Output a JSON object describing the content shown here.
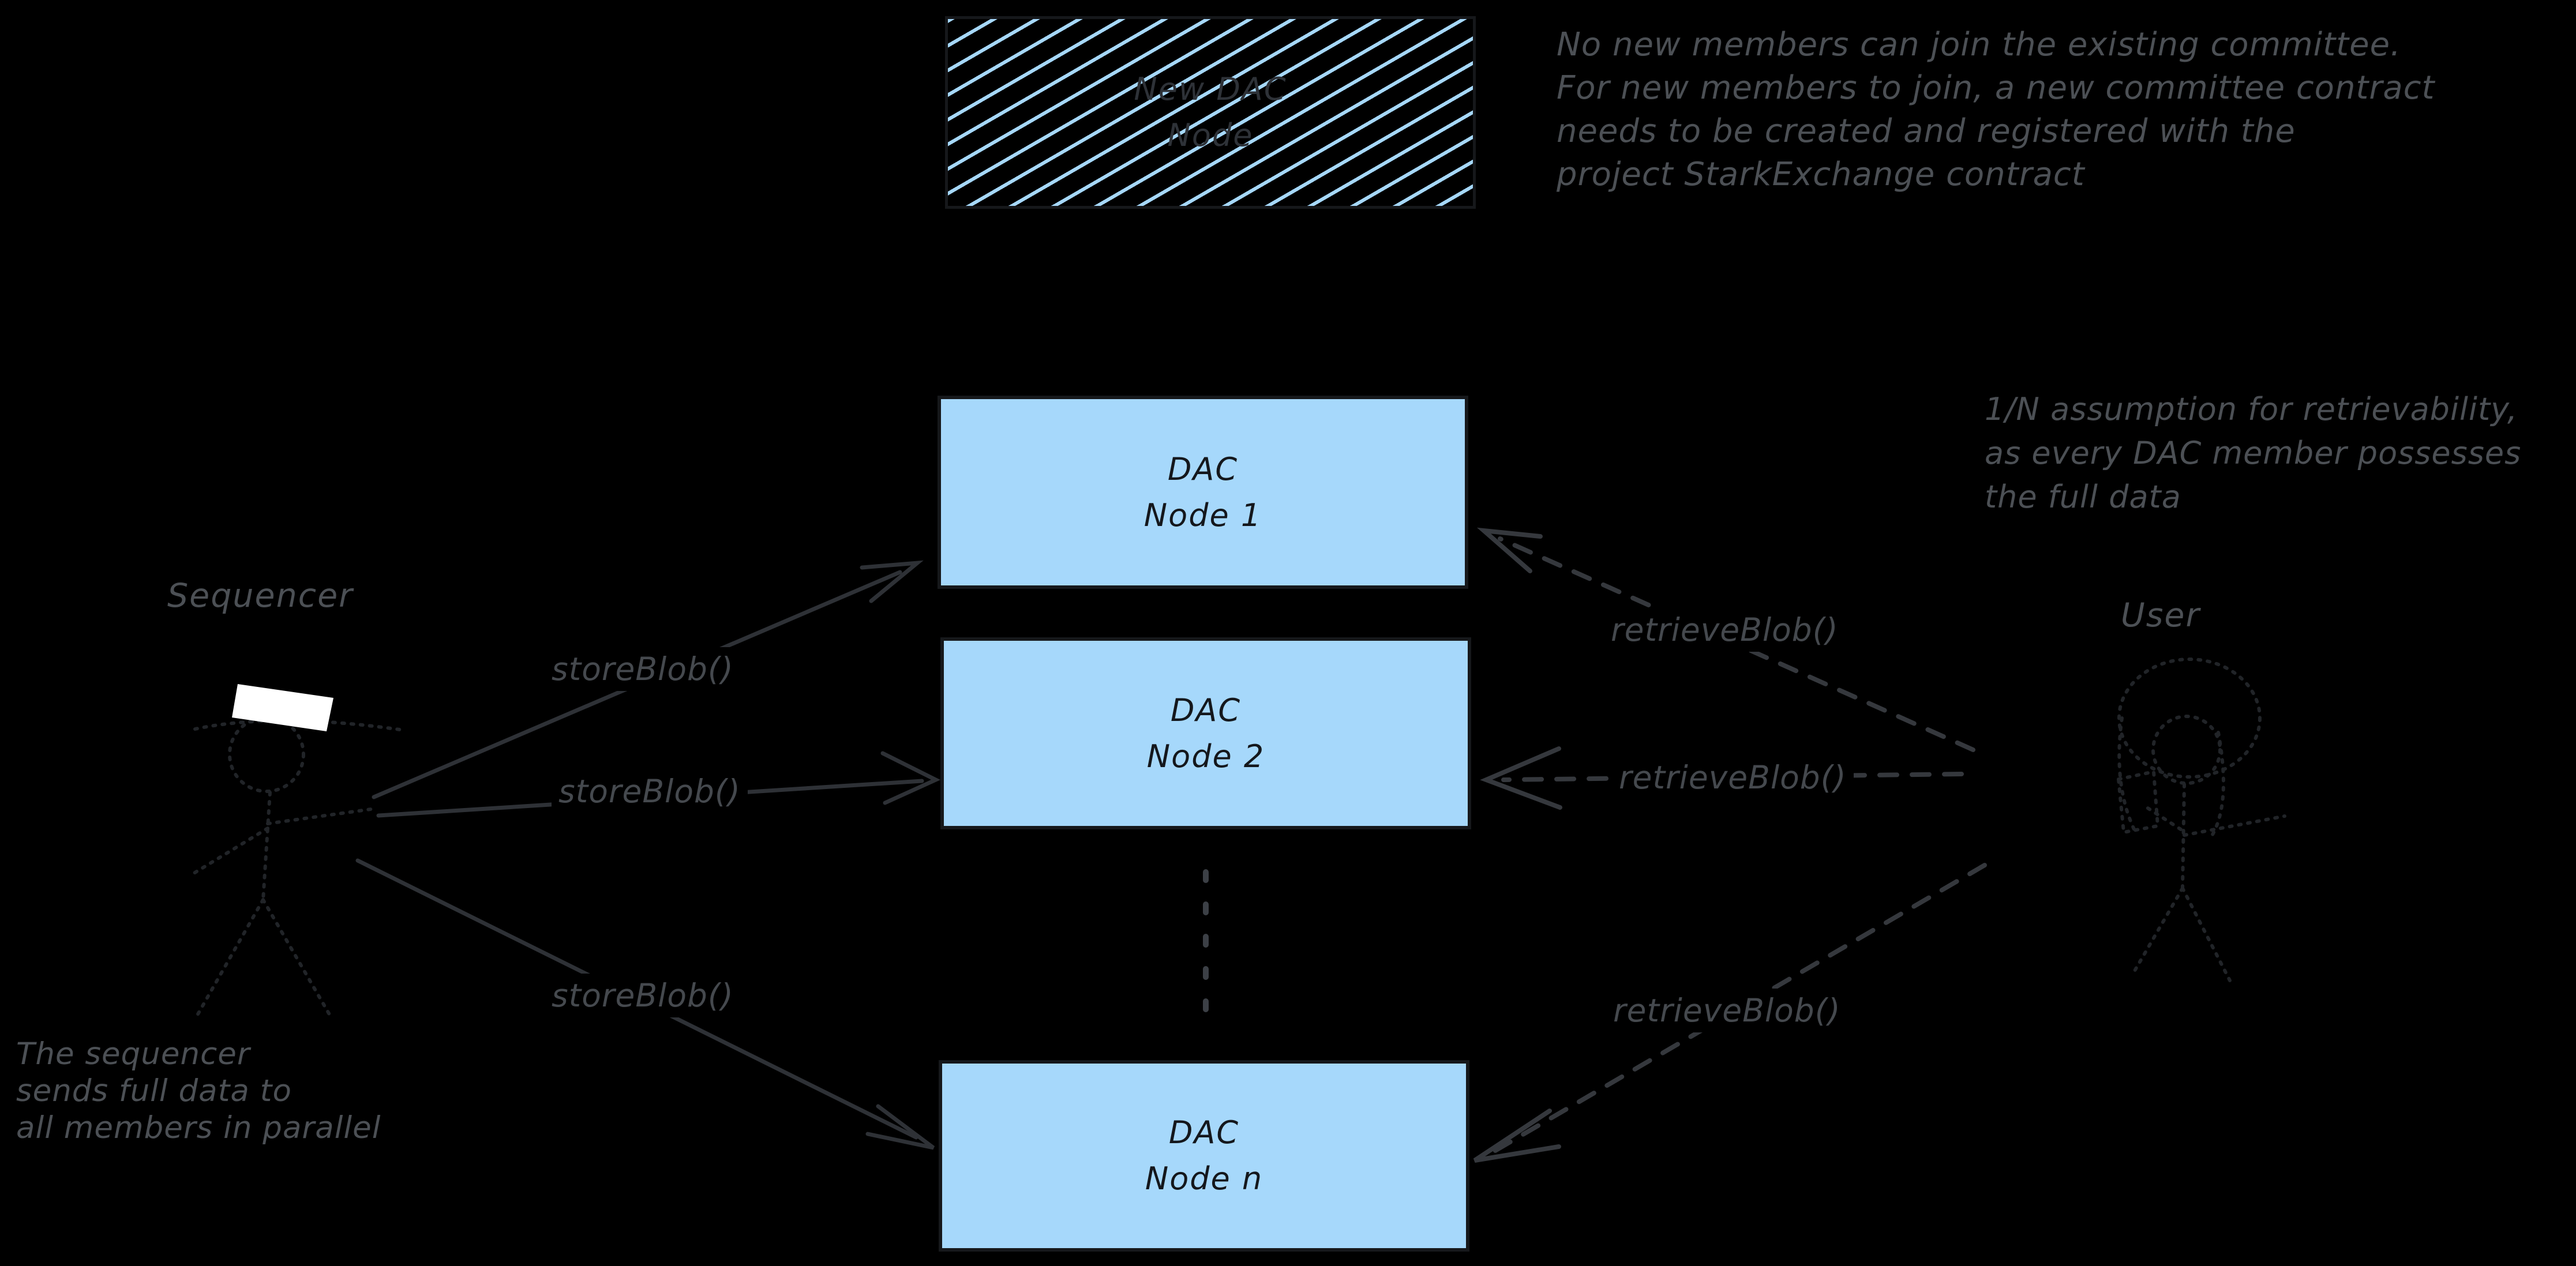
{
  "colors": {
    "background": "#000000",
    "node_fill": "#a6d8fb",
    "node_border": "#16181b",
    "node_text": "#14171c",
    "hatch_stripe": "#a6d8fb",
    "hatched_box_text": "#2e3238",
    "annotation_text": "#4c5055",
    "edge_label_text": "#45494e",
    "solid_arrow": "#2e3136",
    "dashed_arrow": "#35383d",
    "dotted_line": "#3c4046",
    "figure_stroke": "#212428",
    "hat_fill": "#ffffff"
  },
  "top_box": {
    "line1": "New DAC",
    "line2": "Node"
  },
  "nodes": [
    {
      "line1": "DAC",
      "line2": "Node 1"
    },
    {
      "line1": "DAC",
      "line2": "Node 2"
    },
    {
      "line1": "DAC",
      "line2": "Node n"
    }
  ],
  "actors": {
    "sequencer_label": "Sequencer",
    "user_label": "User"
  },
  "edge_labels": {
    "store": "storeBlob()",
    "retrieve": "retrieveBlob()"
  },
  "annotations": {
    "committee": [
      "No new members can join the existing committee.",
      "For new members to join, a new committee contract",
      "needs to be created and registered with the",
      "project StarkExchange contract"
    ],
    "retrievability": [
      "1/N assumption for retrievability,",
      "as every DAC member possesses",
      "the full data"
    ],
    "parallel": [
      "The sequencer",
      "sends full data to",
      "all members in parallel"
    ]
  }
}
